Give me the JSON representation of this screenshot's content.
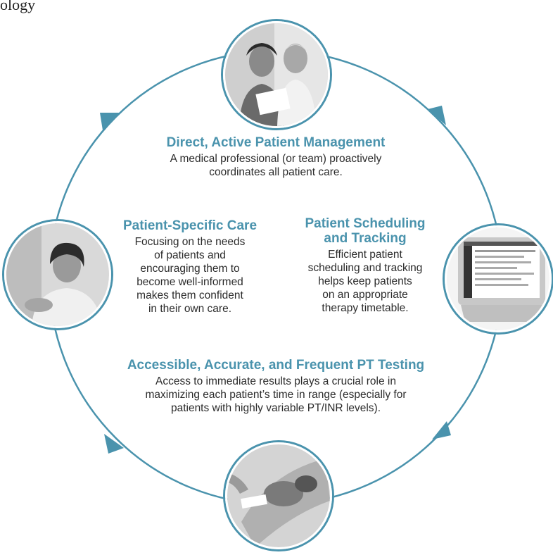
{
  "header": {
    "partial_text": "ology"
  },
  "colors": {
    "accent": "#4a93ad",
    "text": "#2b2b2b",
    "ring": "#4a93ad"
  },
  "cycle": {
    "top": {
      "title": "Direct, Active Patient Management",
      "body_lines": [
        "A medical professional (or team) proactively",
        "coordinates all patient care."
      ],
      "photo": "clinicians-reviewing-chart-photo"
    },
    "left": {
      "title": "Patient-Specific Care",
      "body_lines": [
        "Focusing on the needs",
        "of patients and",
        "encouraging them to",
        "become well-informed",
        "makes them confident",
        "in their own care."
      ],
      "photo": "patient-portrait-photo"
    },
    "right": {
      "title_lines": [
        "Patient Scheduling",
        "and Tracking"
      ],
      "body_lines": [
        "Efficient patient",
        "scheduling and tracking",
        "helps keep patients",
        "on an appropriate",
        "therapy timetable."
      ],
      "photo": "computer-monitor-software-photo"
    },
    "bottom": {
      "title": "Accessible, Accurate, and Frequent PT Testing",
      "body_lines": [
        "Access to immediate results plays a crucial role in",
        "maximizing each patient’s time in range (especially for",
        "patients with highly variable PT/INR levels)."
      ],
      "photo": "pt-testing-meter-photo"
    }
  }
}
